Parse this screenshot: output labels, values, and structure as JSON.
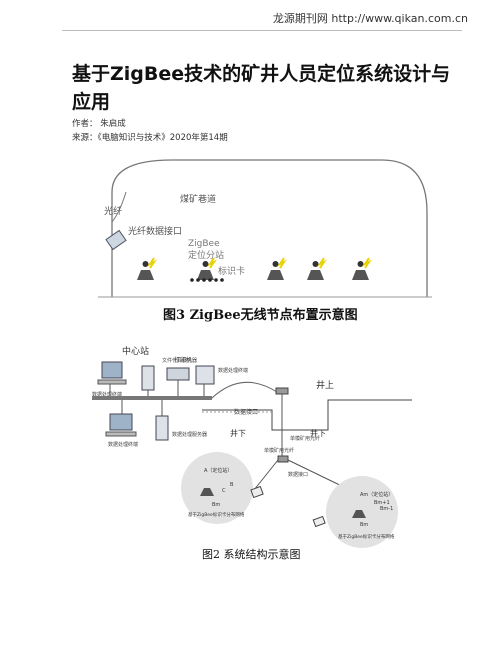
{
  "header": {
    "site": "龙源期刊网 http://www.qikan.com.cn"
  },
  "article": {
    "title": "基于ZigBee技术的矿井人员定位系统设计与应用",
    "author": "作者： 朱启成",
    "source": "来源：《电脑知识与技术》2020年第14期"
  },
  "figure3": {
    "caption": "图3 ZigBee无线节点布置示意图",
    "labels": {
      "fiber": "光纤",
      "tunnel": "煤矿巷道",
      "fiber_port": "光纤数据接口",
      "zigbee": "ZigBee",
      "locator": "定位分站",
      "tag": "标识卡"
    }
  },
  "figure2": {
    "caption": "图2 系统结构示意图",
    "labels": {
      "center": "中心站",
      "file_server": "文件代码服务器",
      "printer": "打印机",
      "terminal_left": "数据处理终端",
      "terminal_right": "数据处理终端",
      "terminal_bottom": "数据处理终端",
      "data_server": "数据处理服务器",
      "data_port": "数据接口",
      "well_up": "井上",
      "well_down_left": "井下",
      "well_down_right": "井下",
      "fiber_a": "单模矿用光纤",
      "fiber_b": "单模矿用光纤",
      "data_port2": "数据接口",
      "net_left": "基于ZigBee标识卡分布网络",
      "net_right": "基于ZigBee标识卡分布网络",
      "node_a": "A（定位站）",
      "node_a2": "Am（定位站）",
      "node_c": "C",
      "node_b": "B",
      "node_bm": "Bm",
      "node_bm1": "Bm-1",
      "node_bm2": "Bm+1",
      "node_bm3": "Bm"
    }
  }
}
